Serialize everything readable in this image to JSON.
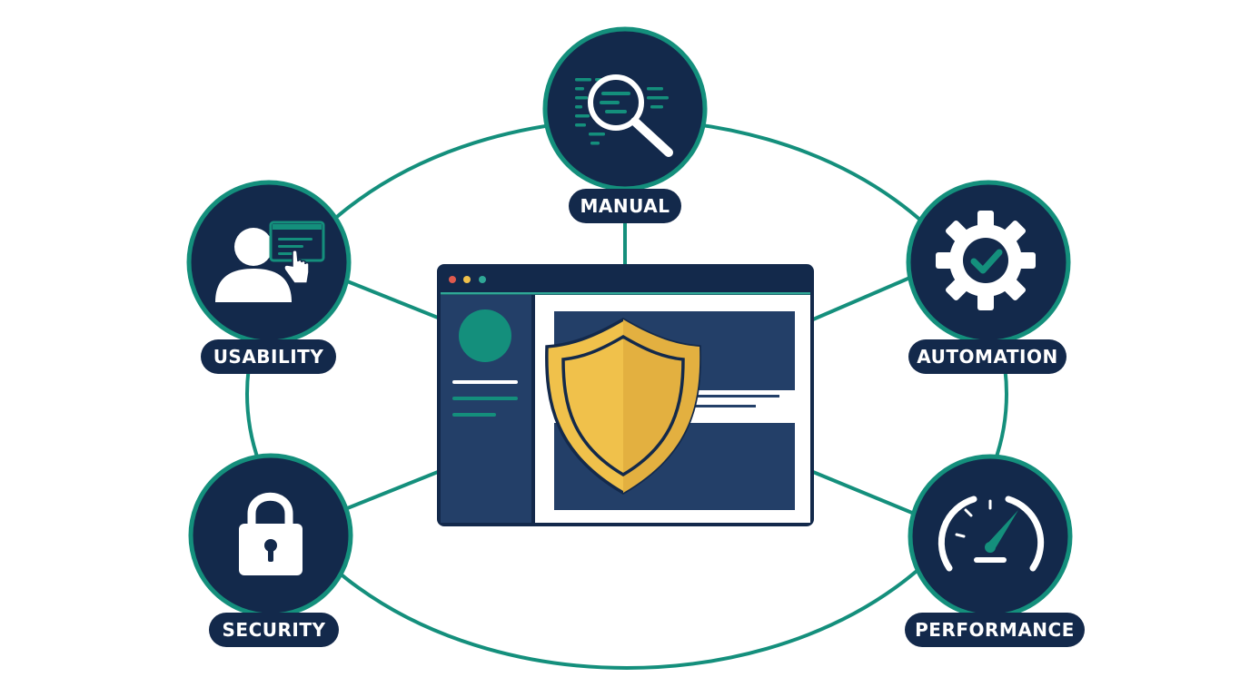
{
  "colors": {
    "navy": "#13294b",
    "teal": "#148f7c",
    "panel_blue": "#233f68",
    "gold": "#f0c14b",
    "white": "#ffffff"
  },
  "nodes": {
    "manual": {
      "label": "MANUAL",
      "icon": "magnifier-code-icon"
    },
    "usability": {
      "label": "USABILITY",
      "icon": "user-pointer-icon"
    },
    "automation": {
      "label": "AUTOMATION",
      "icon": "gear-check-icon"
    },
    "security": {
      "label": "SECURITY",
      "icon": "padlock-icon"
    },
    "performance": {
      "label": "PERFORMANCE",
      "icon": "speedometer-icon"
    }
  },
  "center": {
    "icon": "browser-shield-icon"
  }
}
